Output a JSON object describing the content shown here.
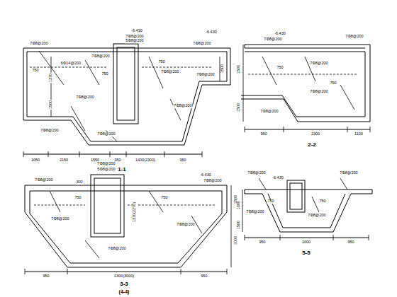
{
  "diagram": {
    "labels": [
      "-6.430",
      "-6.430",
      "7Φ8@200",
      "5Φ8@200",
      "7Φ8@200",
      "7Φ8@200",
      "750",
      "1370",
      "1500",
      "7Φ8@200",
      "6Φ14@200",
      "750",
      "750",
      "7Φ8@200",
      "1500",
      "7Φ8@200",
      "7Φ8@200",
      "7Φ8@200",
      "7Φ8@200",
      "7Φ8@200",
      "1050",
      "2150",
      "1550",
      "950",
      "1400(2300)",
      "950",
      "1-1",
      "-6.430",
      "7Φ8@200",
      "7Φ8@200",
      "750",
      "7Φ8@200",
      "750",
      "7Φ8@200",
      "1500",
      "1500",
      "7Φ8@200",
      "950",
      "2300",
      "1100",
      "2-2",
      "-6.430",
      "7Φ8@200",
      "5Φ8@200",
      "7Φ8@200",
      "7Φ8@200",
      "750",
      "1370(2270)",
      "750",
      "7Φ8@200",
      "7Φ8@200",
      "1500",
      "1000",
      "300",
      "7Φ8@200",
      "950",
      "2300(3000)",
      "950",
      "3-3",
      "(4-4)",
      "-6.430",
      "7Φ8@200",
      "7Φ8@200",
      "750",
      "750",
      "7Φ8@200",
      "7Φ8@200",
      "1000",
      "1500",
      "950",
      "1000",
      "950",
      "5-5"
    ]
  }
}
